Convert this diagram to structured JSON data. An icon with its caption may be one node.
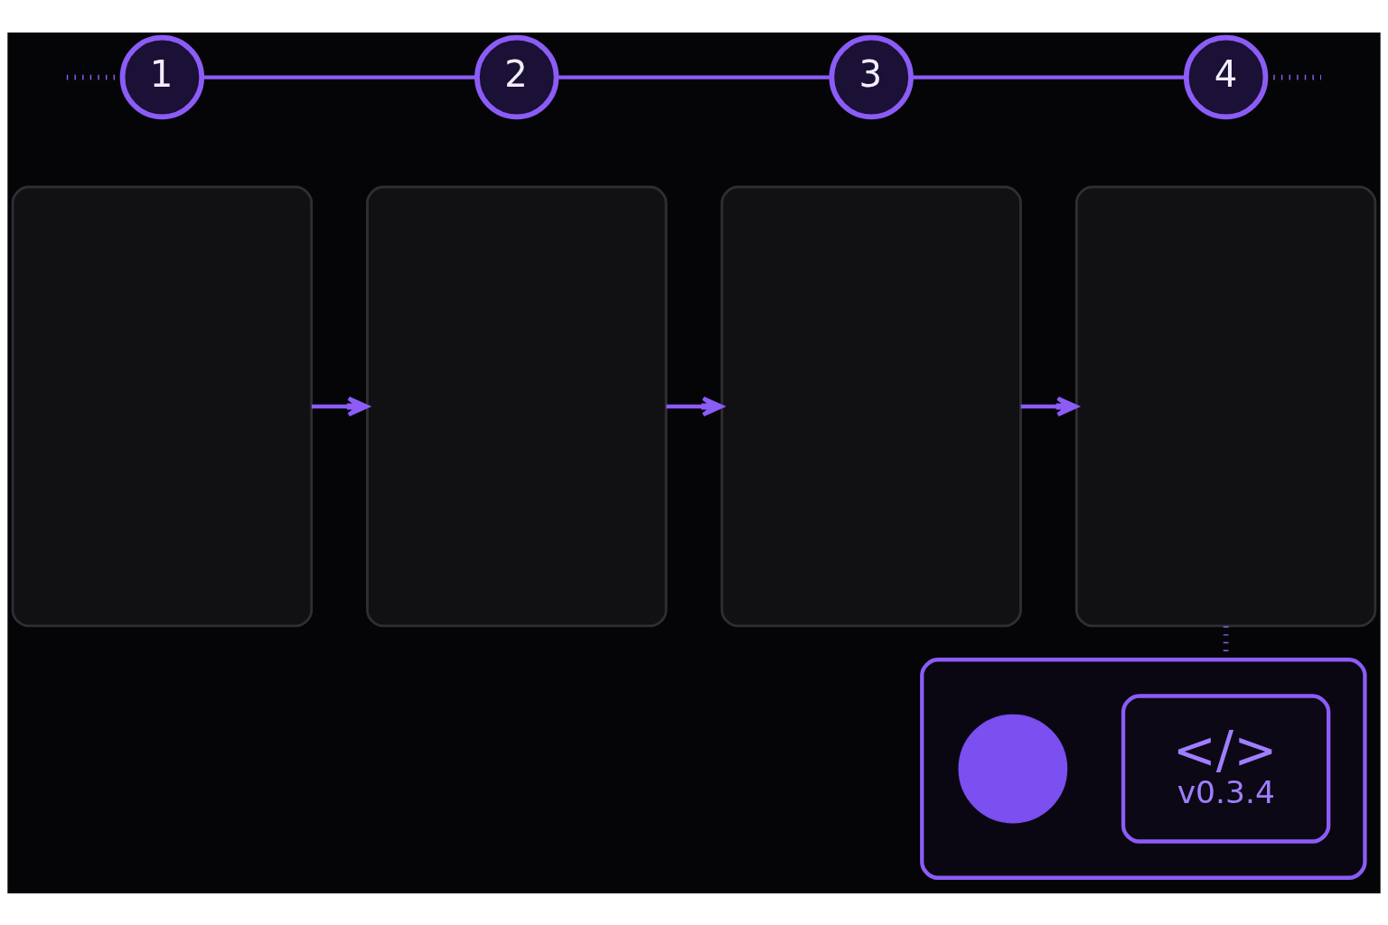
{
  "diagram": {
    "nodes": [
      {
        "text": [
          "1"
        ]
      },
      {
        "text": [
          "2"
        ]
      },
      {
        "text": [
          "3"
        ]
      },
      {
        "text": [
          "4"
        ]
      },
      {
        "text": [],
        "shape": "box"
      },
      {
        "text": [],
        "shape": "box"
      },
      {
        "text": [],
        "shape": "box"
      },
      {
        "text": [],
        "shape": "box"
      },
      {
        "text": [],
        "shape": "box"
      },
      {
        "text": [],
        "shape": "circle",
        "in": 8
      },
      {
        "text": [
          "</>",
          "v0.3.4"
        ],
        "in": 8
      }
    ],
    "edges": [
      {
        "from": null,
        "to": 0,
        "arrow": "none",
        "style": "dashed"
      },
      {
        "from": 0,
        "to": 1,
        "arrow": "none"
      },
      {
        "from": 1,
        "to": 2,
        "arrow": "none"
      },
      {
        "from": 2,
        "to": 3,
        "arrow": "none"
      },
      {
        "from": 3,
        "to": null,
        "arrow": "none",
        "style": "dashed"
      },
      {
        "from": 4,
        "to": 5,
        "arrow": "to"
      },
      {
        "from": 5,
        "to": 6,
        "arrow": "to"
      },
      {
        "from": 6,
        "to": 7,
        "arrow": "to"
      },
      {
        "from": 7,
        "to": 8,
        "arrow": "none",
        "style": "dashed"
      }
    ]
  }
}
